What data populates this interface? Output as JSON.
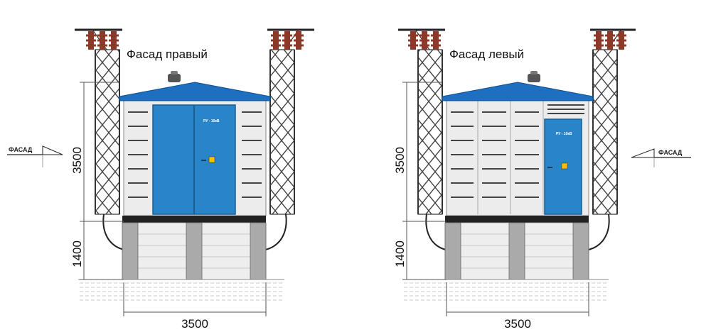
{
  "right_facade": {
    "title": "Фасад правый",
    "height_upper": "3500",
    "height_lower": "1400",
    "width": "3500",
    "side_tag": "ФАСАД",
    "door_label": "РУ - 10кВ"
  },
  "left_facade": {
    "title": "Фасад левый",
    "height_upper": "3500",
    "height_lower": "1400",
    "width": "3500",
    "side_tag": "ФАСАД",
    "door_label": "РУ - 10кВ"
  },
  "colors": {
    "roof": "#1e6fc0",
    "door": "#2a84c8",
    "wall": "#ececec",
    "foundation": "#e6e6e6",
    "line": "#333333",
    "insulator": "#8b3a2a"
  }
}
